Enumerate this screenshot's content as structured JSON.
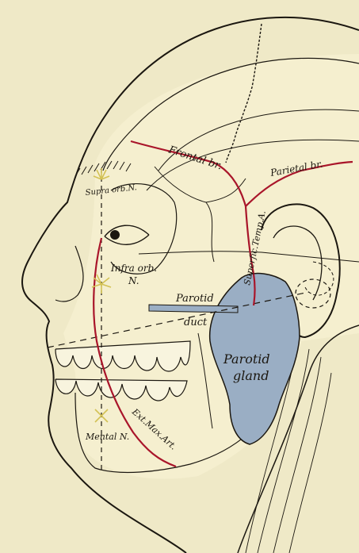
{
  "labels": {
    "frontal_br": "Frontal br.",
    "parietal_br": "Parietal br.",
    "supra_orb_n": "Supra orb.N.",
    "superfic_temp_a": "Superfic.Temp.A.",
    "infra_orb": "Infra orb.",
    "infra_orb_n": "N.",
    "parotid_duct_1": "Parotid",
    "parotid_duct_2": "duct",
    "parotid_gland_1": "Parotid",
    "parotid_gland_2": "gland",
    "ext_max_art": "Ext.Max.Art.",
    "mental_n": "Mental N."
  },
  "colors": {
    "background": "#efe9c7",
    "skull_fill": "#f5efcf",
    "line": "#1b1710",
    "artery": "#a9152a",
    "gland": "#9aaec4",
    "nerve": "#d3c255"
  }
}
